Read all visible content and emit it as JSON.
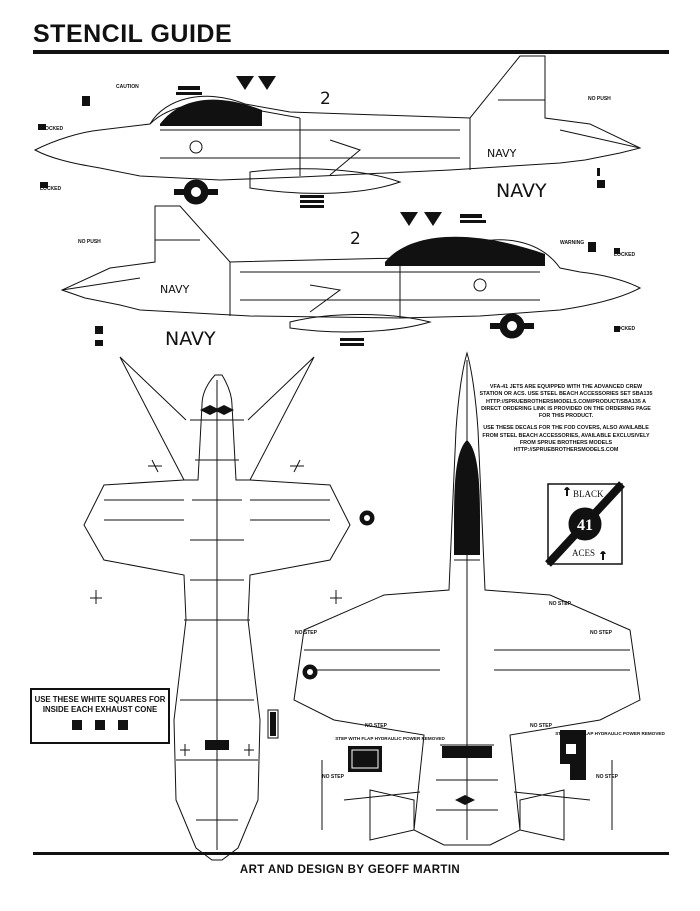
{
  "page": {
    "title": "STENCIL GUIDE",
    "credit": "ART AND DESIGN BY GEOFF MARTIN"
  },
  "notes": {
    "paragraph1": "VFA-41 JETS ARE EQUIPPED WITH THE ADVANCED CREW STATION OR ACS. USE STEEL BEACH ACCESSORIES SET SBA135 HTTP://SPRUEBROTHERSMODELS.COM/PRODUCT/SBA135 A DIRECT ORDERING LINK IS PROVIDED ON THE ORDERING PAGE FOR THIS PRODUCT.",
    "paragraph2": "USE THESE DECALS FOR THE FOD COVERS, ALSO AVAILABLE FROM STEEL BEACH ACCESSORIES, AVAILABLE EXCLUSIVELY FROM SPRUE BROTHERS MODELS HTTP://SPRUEBROTHERSMODELS.COM"
  },
  "exhaust_box": {
    "text": "USE THESE WHITE SQUARES FOR INSIDE EACH EXHAUST CONE"
  },
  "insignia": {
    "top": "BLACK",
    "number": "41",
    "bottom": "ACES"
  },
  "markings": {
    "navy": "NAVY",
    "modex": "2",
    "no_push": "NO PUSH",
    "no_step": "NO STEP",
    "locked": "LOCKED",
    "caution": "CAUTION",
    "warning": "WARNING",
    "flap_step": "STEP WITH FLAP HYDRAULIC POWER REMOVED"
  },
  "colors": {
    "ink": "#111111",
    "paper": "#ffffff"
  }
}
